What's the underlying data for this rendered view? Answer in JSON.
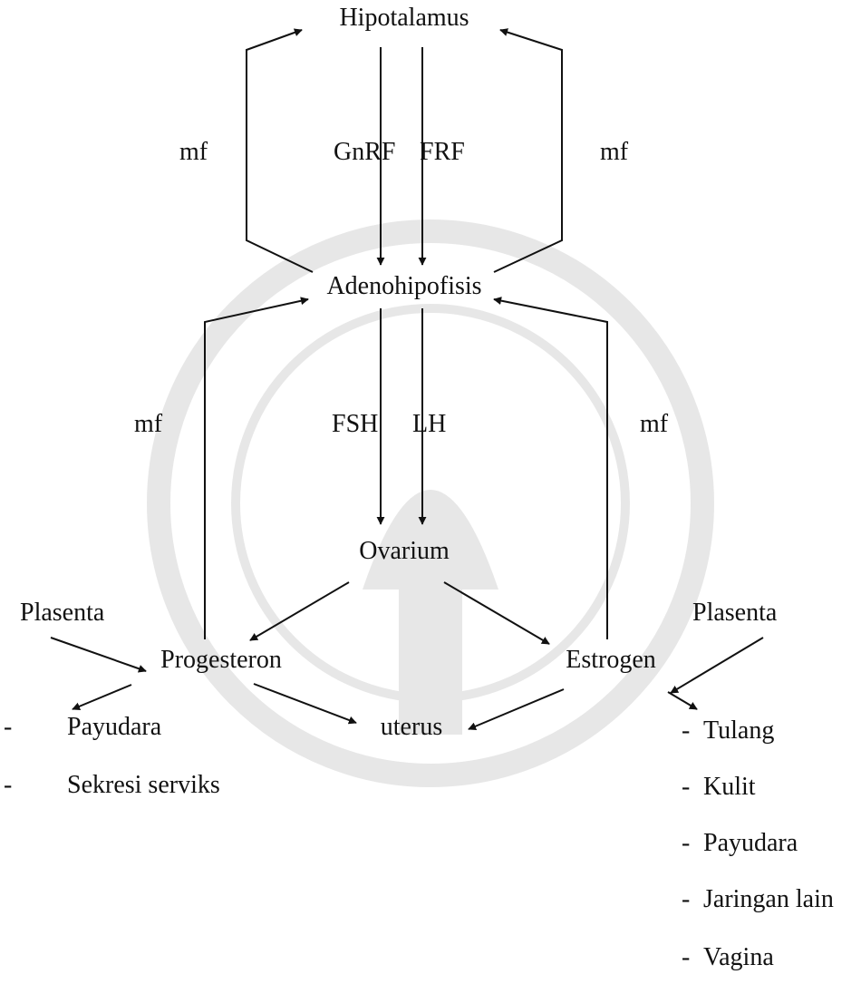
{
  "nodes": {
    "hipotalamus": "Hipotalamus",
    "adenohipofisis": "Adenohipofisis",
    "ovarium": "Ovarium",
    "progesteron": "Progesteron",
    "estrogen": "Estrogen",
    "uterus": "uterus",
    "plasenta_left": "Plasenta",
    "plasenta_right": "Plasenta"
  },
  "edge_labels": {
    "mf_top_left": "mf",
    "mf_top_right": "mf",
    "mf_bottom_left": "mf",
    "mf_bottom_right": "mf",
    "gnrf": "GnRF",
    "frf": "FRF",
    "fsh": "FSH",
    "lh": "LH"
  },
  "progesteron_targets": {
    "bullet": "-",
    "items": [
      "Payudara",
      "Sekresi serviks"
    ]
  },
  "estrogen_targets": {
    "bullet": "-",
    "items": [
      "Tulang",
      "Kulit",
      "Payudara",
      "Jaringan lain",
      "Vagina"
    ]
  }
}
